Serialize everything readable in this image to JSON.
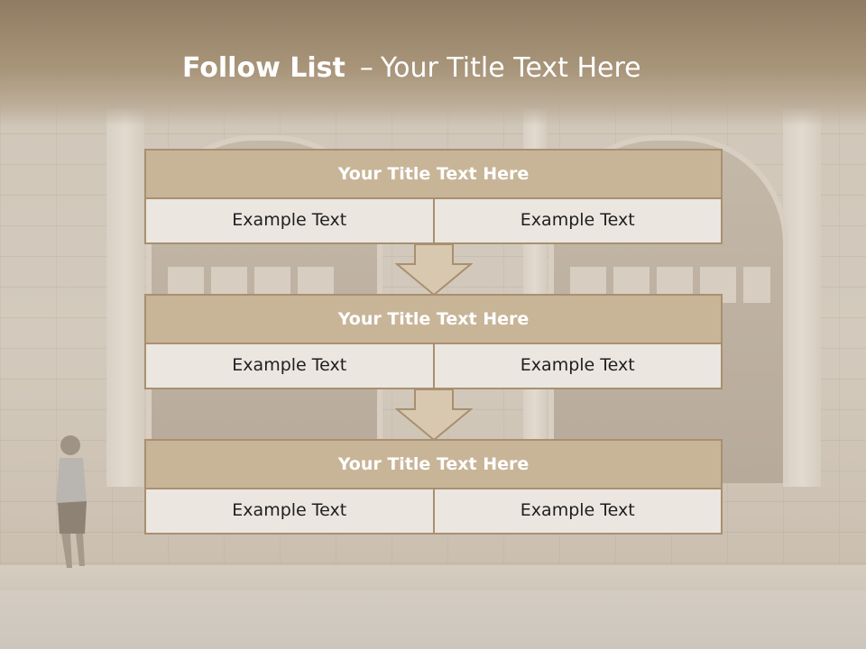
{
  "slide": {
    "title_bold": "Follow List",
    "title_separator": "–",
    "title_rest": "Your Title Text Here"
  },
  "blocks": [
    {
      "title": "Your Title Text Here",
      "left_text": "Example Text",
      "right_text": "Example Text"
    },
    {
      "title": "Your Title Text Here",
      "left_text": "Example Text",
      "right_text": "Example Text"
    },
    {
      "title": "Your Title Text Here",
      "left_text": "Example Text",
      "right_text": "Example Text"
    }
  ],
  "colors": {
    "header_band": "#a8957a",
    "block_header": "#c8b598",
    "block_border": "#a89070",
    "cell_fill": "#ebe6e0",
    "arrow_fill": "#d8c8b0"
  },
  "icons": [
    "down-arrow-icon",
    "down-arrow-icon"
  ]
}
